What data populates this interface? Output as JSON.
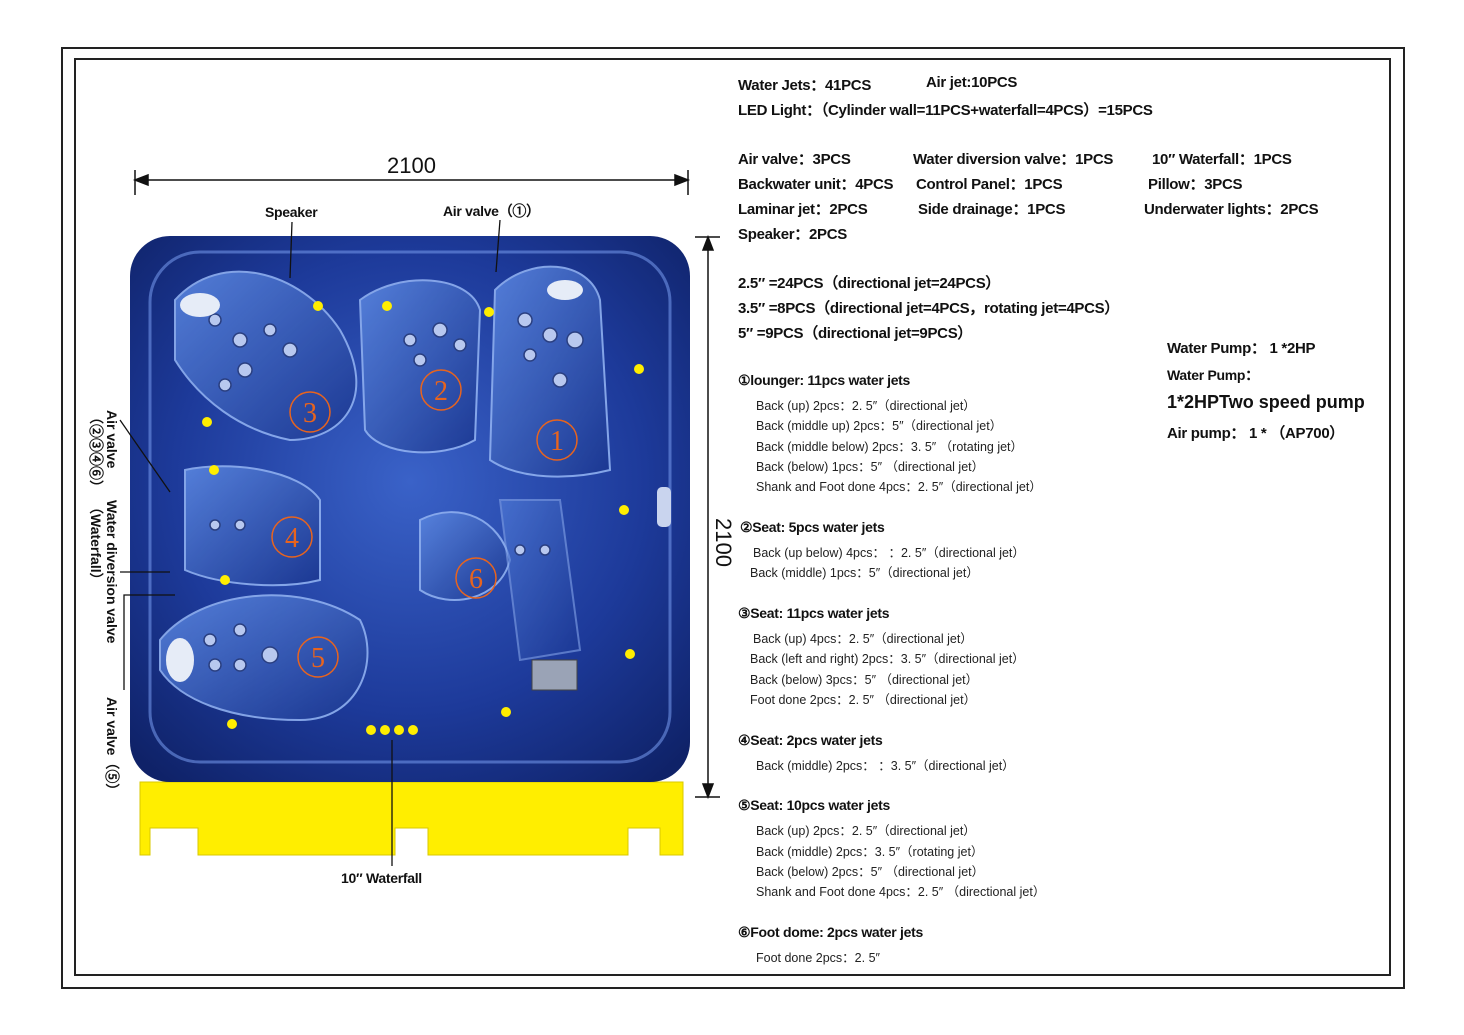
{
  "dimensions": {
    "width": "2100",
    "depth": "2100"
  },
  "summary": {
    "water_jets": "Water Jets：41PCS",
    "air_jet": "Air jet:10PCS",
    "led": "LED Light：（Cylinder wall=11PCS+waterfall=4PCS）=15PCS"
  },
  "components": [
    [
      "Air valve：3PCS",
      "Water diversion valve：1PCS",
      "10″ Waterfall：1PCS"
    ],
    [
      "Backwater unit：4PCS",
      "Control Panel：1PCS",
      "Pillow：3PCS"
    ],
    [
      "Laminar jet：2PCS",
      "Side drainage：1PCS",
      "Underwater lights：2PCS"
    ],
    [
      "Speaker：2PCS"
    ]
  ],
  "jet_sizes": [
    "2.5″ =24PCS（directional jet=24PCS）",
    "3.5″ =8PCS（directional jet=4PCS，rotating jet=4PCS）",
    "5″ =9PCS（directional jet=9PCS）"
  ],
  "pumps": {
    "water_pump_1": "Water Pump：  1 *2HP",
    "water_pump_2": "Water Pump：",
    "water_pump_2_value": "1*2HPTwo speed pump",
    "air_pump": "Air pump：  1 *  （AP700）"
  },
  "seats": [
    {
      "title": "①lounger: 11pcs water jets",
      "lines": [
        "Back (up) 2pcs：2. 5″（directional jet）",
        "Back (middle up) 2pcs：5″（directional jet）",
        "Back (middle below) 2pcs：3. 5″ （rotating jet）",
        "Back (below) 1pcs：5″ （directional jet）",
        "Shank and Foot done 4pcs：2. 5″（directional jet）"
      ]
    },
    {
      "title": "②Seat: 5pcs water jets",
      "lines": [
        "Back (up below) 4pcs： ：2. 5″（directional jet）",
        "Back (middle) 1pcs：5″（directional jet）"
      ]
    },
    {
      "title": "③Seat: 11pcs water jets",
      "lines": [
        "Back (up) 4pcs：2. 5″（directional jet）",
        "Back (left and right) 2pcs：3. 5″（directional jet）",
        "Back (below) 3pcs：5″ （directional jet）",
        "Foot done 2pcs：2. 5″ （directional jet）"
      ]
    },
    {
      "title": "④Seat: 2pcs water jets",
      "lines": [
        "Back (middle) 2pcs： ：3. 5″（directional jet）"
      ]
    },
    {
      "title": "⑤Seat: 10pcs water jets",
      "lines": [
        "Back (up) 2pcs：2. 5″（directional jet）",
        "Back (middle) 2pcs：3. 5″（rotating jet）",
        "Back (below) 2pcs：5″ （directional jet）",
        "Shank and Foot done 4pcs：2. 5″ （directional jet）"
      ]
    },
    {
      "title": "⑥Foot dome: 2pcs water jets",
      "lines": [
        "Foot done 2pcs：2. 5″"
      ]
    }
  ],
  "callouts": {
    "speaker": "Speaker",
    "air_valve_1": "Air valve（①）",
    "air_valve_2346": "Air valve （②③④⑥）",
    "water_diversion": "Water diversion valve （Waterfall）",
    "air_valve_5": "Air valve（⑤）",
    "waterfall": "10″ Waterfall"
  },
  "seat_markers": [
    "①",
    "②",
    "③",
    "④",
    "⑤",
    "⑥"
  ],
  "colors": {
    "tub": "#1f3f9e",
    "led": "#ffee00",
    "marker": "#e8641e",
    "base": "#ffee00"
  }
}
